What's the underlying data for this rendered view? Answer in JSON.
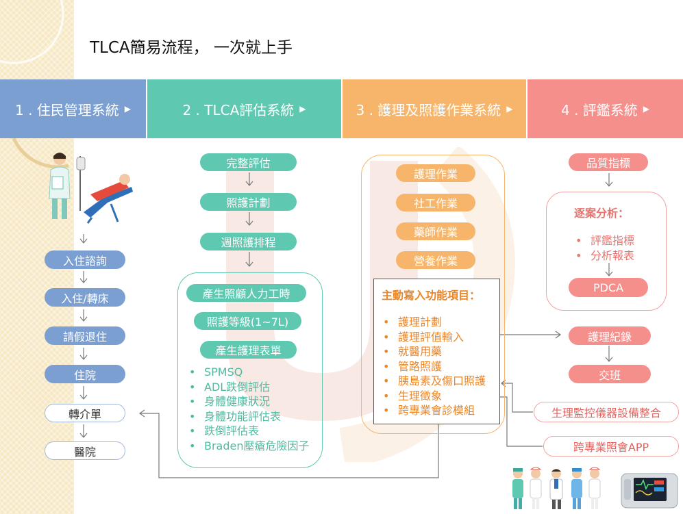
{
  "title": "TLCA簡易流程， 一次就上手",
  "colors": {
    "blue": "#7b9fd1",
    "teal": "#5ec8b1",
    "orange": "#f6b56a",
    "coral": "#f58f8c"
  },
  "sections": [
    {
      "label": "1 . 住民管理系統"
    },
    {
      "label": "2 . TLCA評估系統"
    },
    {
      "label": "3 . 護理及照護作業系統"
    },
    {
      "label": "4 . 評鑑系統"
    }
  ],
  "col1": {
    "steps": [
      "入住諮詢",
      "入住/轉床",
      "請假退住",
      "住院"
    ],
    "outline_steps": [
      "轉介單",
      "醫院"
    ]
  },
  "col2": {
    "steps": [
      "完整評估",
      "照護計劃",
      "週照護排程"
    ],
    "inner": [
      "產生照顧人力工時",
      "照護等級(1~7L)",
      "產生護理表單"
    ],
    "list": [
      "SPMSQ",
      "ADL跌倒評估",
      "身體健康狀況",
      "身體功能評估表",
      "跌倒評估表",
      "Braden壓瘡危險因子"
    ]
  },
  "col3": {
    "tasks": [
      "護理作業",
      "社工作業",
      "藥師作業",
      "營養作業"
    ],
    "box_title": "主動寫入功能項目：",
    "list": [
      "護理計劃",
      "護理評值輸入",
      "就醫用藥",
      "管路照護",
      "胰島素及傷口照護",
      "生理徵象",
      "跨專業會診模組"
    ]
  },
  "col4": {
    "top": "品質指標",
    "analysis_title": "逐案分析：",
    "analysis_list": [
      "評鑑指標",
      "分析報表"
    ],
    "pdca": "PDCA",
    "record": "護理紀錄",
    "handover": "交班",
    "integrations": [
      "生理監控儀器設備整合",
      "跨專業照會APP"
    ]
  }
}
